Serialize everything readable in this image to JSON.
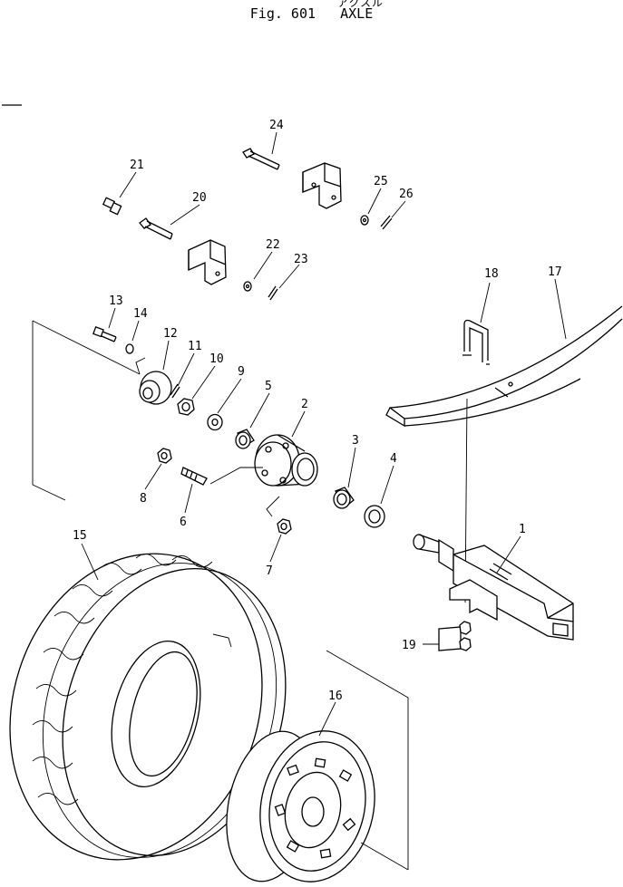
{
  "header": {
    "title_jp": "アクスル",
    "fig_label": "Fig.",
    "fig_number": "601",
    "fig_title": "AXLE"
  },
  "callouts": {
    "c1": "1",
    "c2": "2",
    "c3": "3",
    "c4": "4",
    "c5": "5",
    "c6": "6",
    "c7": "7",
    "c8": "8",
    "c9": "9",
    "c10": "10",
    "c11": "11",
    "c12": "12",
    "c13": "13",
    "c14": "14",
    "c15": "15",
    "c16": "16",
    "c17": "17",
    "c18": "18",
    "c19": "19",
    "c20": "20",
    "c21": "21",
    "c22": "22",
    "c23": "23",
    "c24": "24",
    "c25": "25",
    "c26": "26"
  }
}
